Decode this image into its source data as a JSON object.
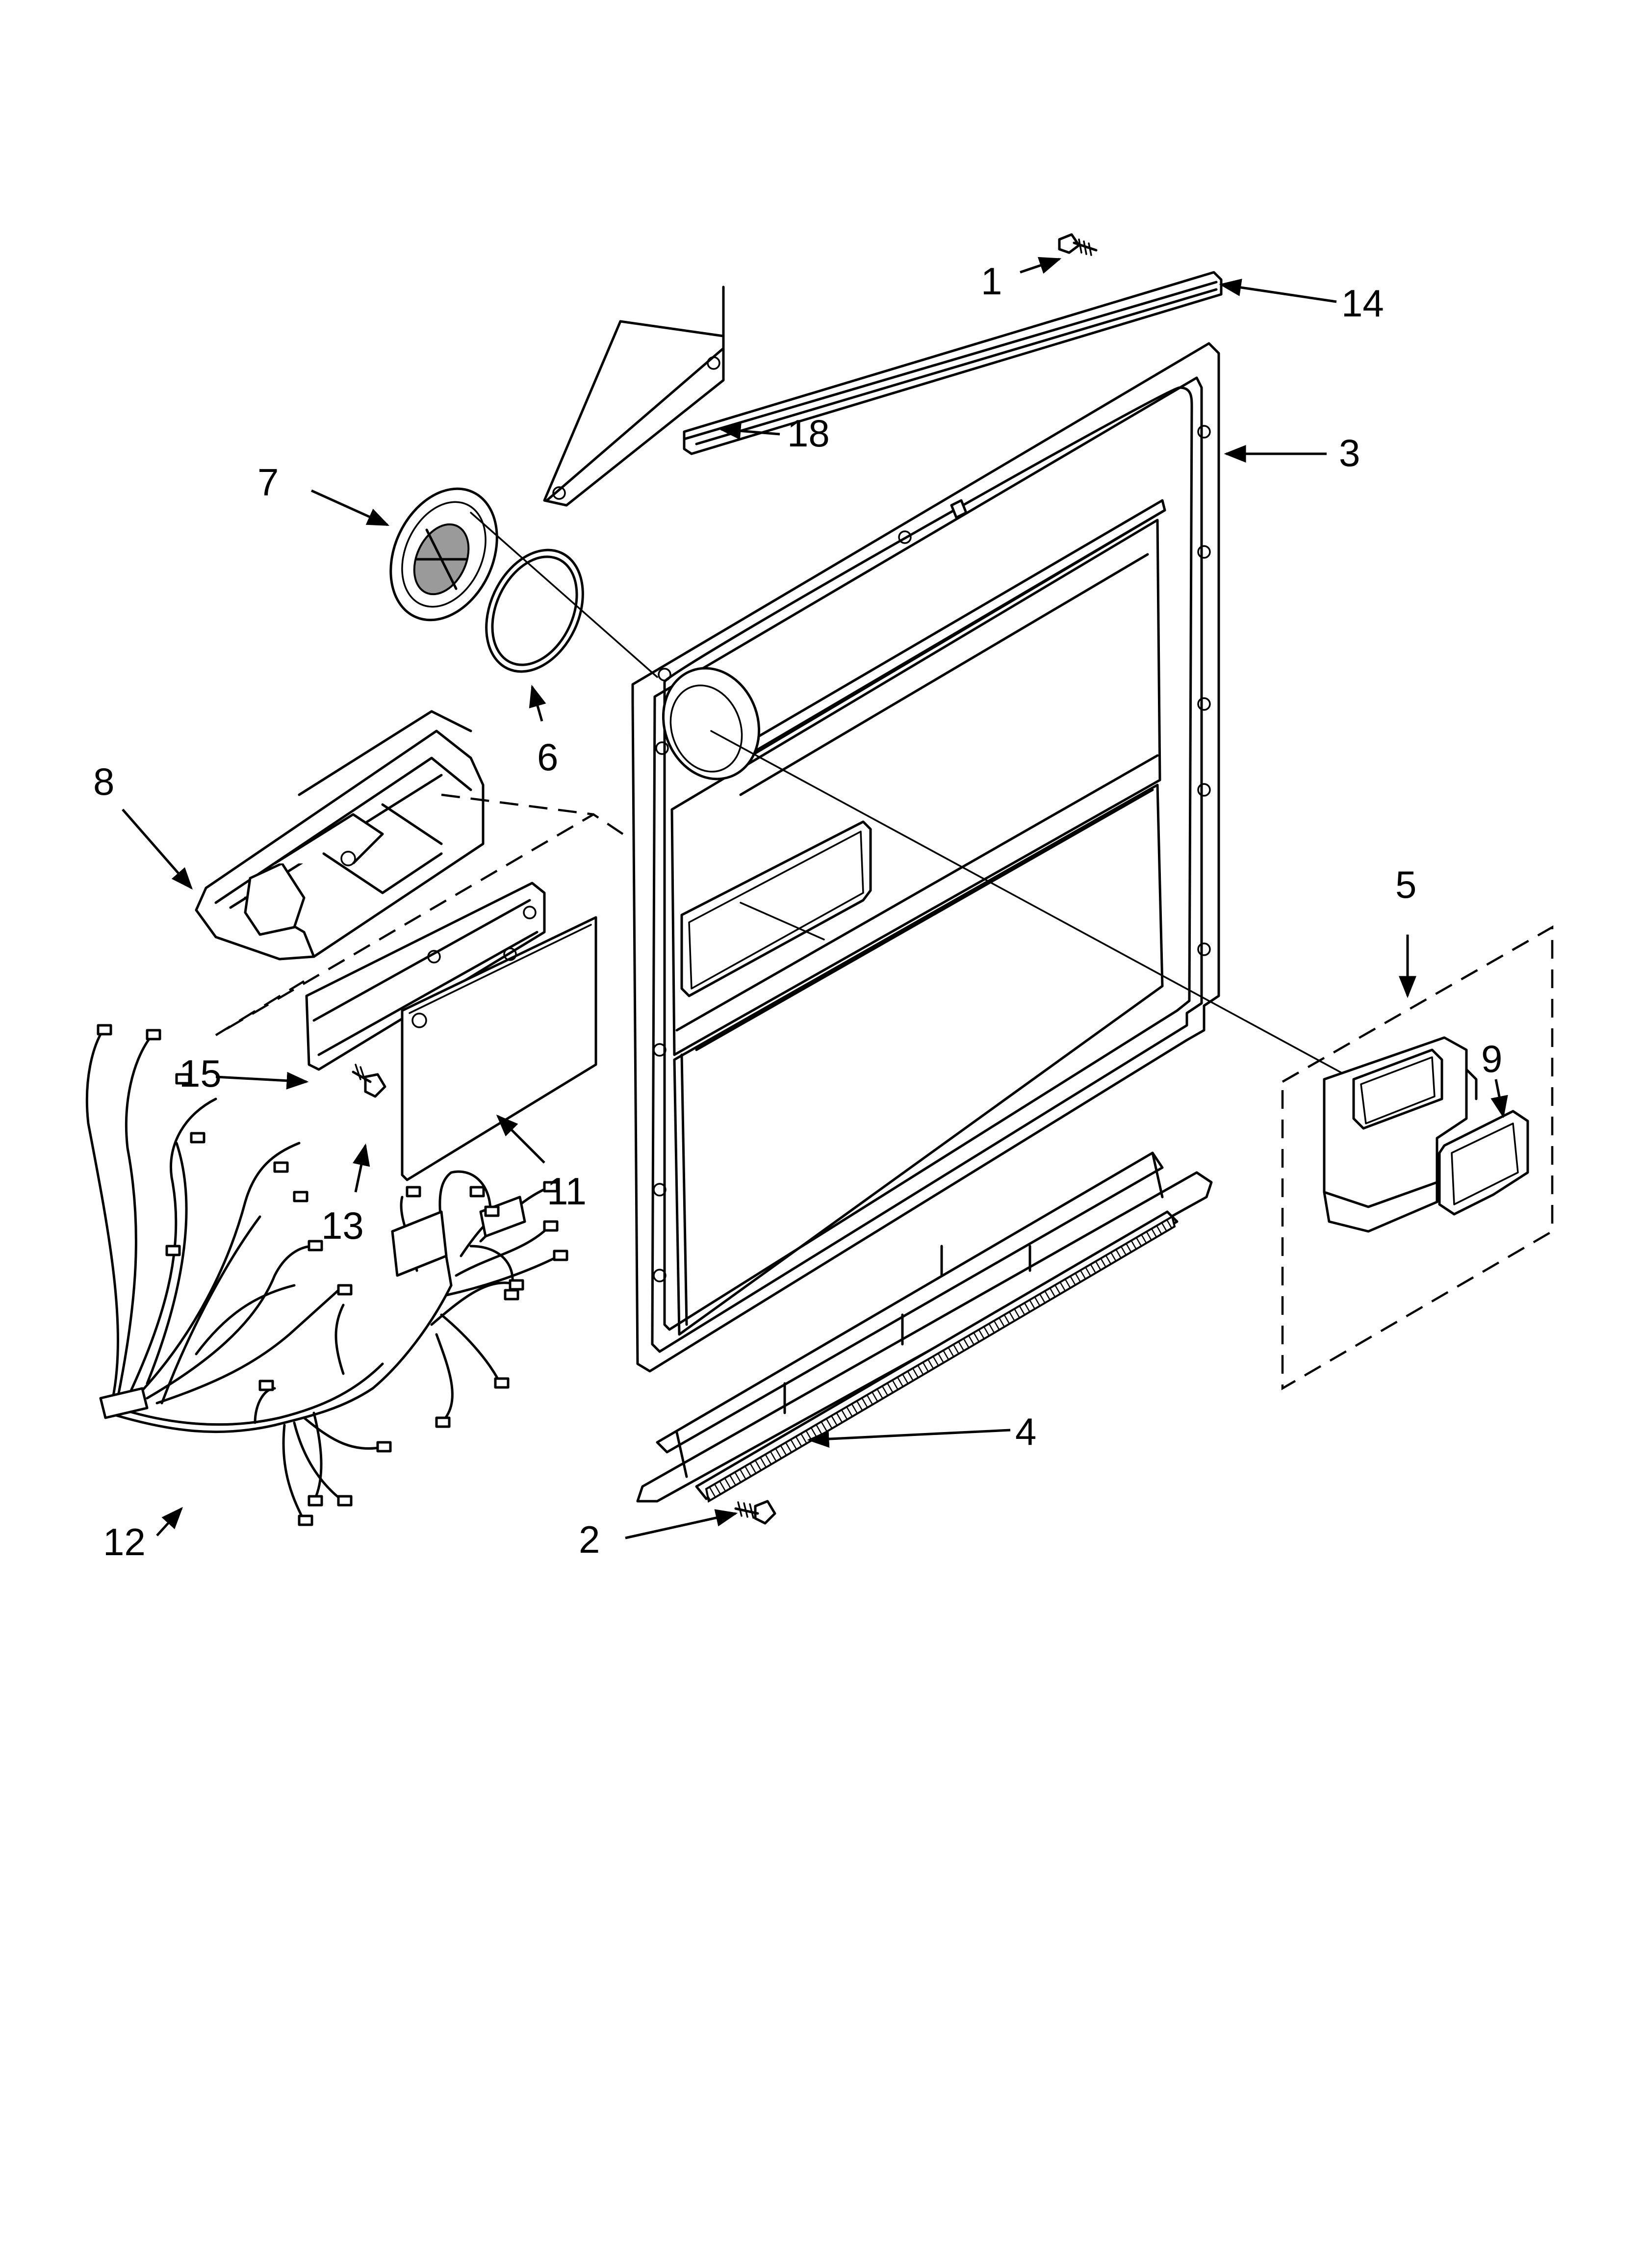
{
  "callouts": {
    "c1": "1",
    "c2": "2",
    "c3": "3",
    "c4": "4",
    "c5": "5",
    "c6": "6",
    "c7": "7",
    "c8": "8",
    "c9": "9",
    "c11": "11",
    "c12": "12",
    "c13": "13",
    "c14": "14",
    "c15": "15",
    "c18": "18"
  }
}
